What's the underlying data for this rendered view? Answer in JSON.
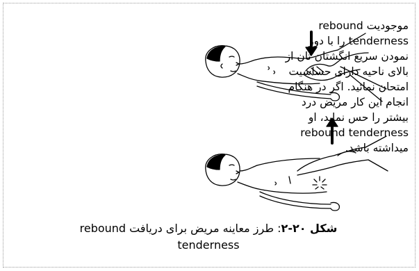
{
  "paragraph_lines": [
    "موجودیت rebound",
    "tenderness را با دور",
    "نمودن سریع انگشتان تان از",
    "بالای ناحیه دارای حساسیت",
    "امتحان نمائید. اگر در هنگام",
    "انجام این کار مریض درد",
    "بیشتر را حس نماید، او",
    "rebound tenderness",
    "میداشته باشد."
  ],
  "caption": {
    "label": "شکل ۲۰-۲",
    "text": ": طرز معاینه مریض برای دریافت rebound",
    "line2": "tenderness"
  }
}
